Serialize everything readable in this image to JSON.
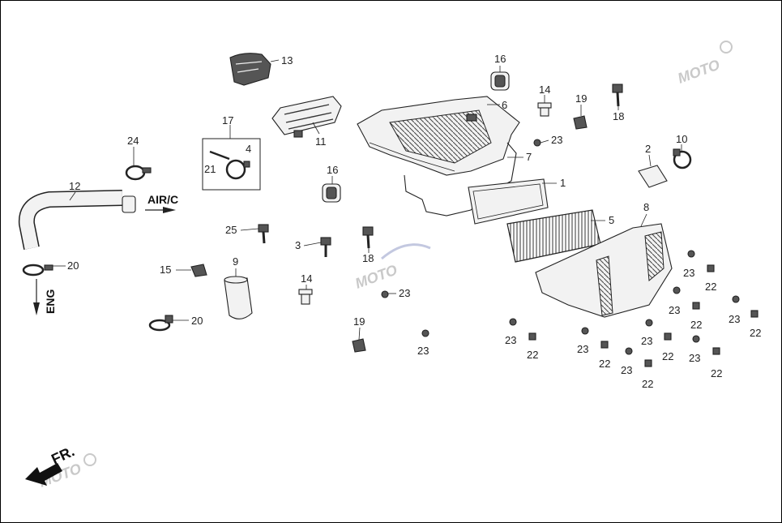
{
  "diagram": {
    "direction_labels": {
      "air_cleaner": "AIR/C",
      "engine": "ENG",
      "front": "FR."
    },
    "watermark": {
      "text": "MOTO"
    },
    "callouts": [
      {
        "id": "c13",
        "text": "13"
      },
      {
        "id": "c16a",
        "text": "16"
      },
      {
        "id": "c6",
        "text": "6"
      },
      {
        "id": "c14a",
        "text": "14"
      },
      {
        "id": "c19a",
        "text": "19"
      },
      {
        "id": "c18a",
        "text": "18"
      },
      {
        "id": "c17",
        "text": "17"
      },
      {
        "id": "c21",
        "text": "21"
      },
      {
        "id": "c4",
        "text": "4"
      },
      {
        "id": "c24",
        "text": "24"
      },
      {
        "id": "c11",
        "text": "11"
      },
      {
        "id": "c23a",
        "text": "23"
      },
      {
        "id": "c7",
        "text": "7"
      },
      {
        "id": "c10",
        "text": "10"
      },
      {
        "id": "c2",
        "text": "2"
      },
      {
        "id": "c16b",
        "text": "16"
      },
      {
        "id": "c12",
        "text": "12"
      },
      {
        "id": "c1",
        "text": "1"
      },
      {
        "id": "c8",
        "text": "8"
      },
      {
        "id": "c25",
        "text": "25"
      },
      {
        "id": "c5",
        "text": "5"
      },
      {
        "id": "c3",
        "text": "3"
      },
      {
        "id": "c18b",
        "text": "18"
      },
      {
        "id": "c20a",
        "text": "20"
      },
      {
        "id": "c15",
        "text": "15"
      },
      {
        "id": "c9",
        "text": "9"
      },
      {
        "id": "c14b",
        "text": "14"
      },
      {
        "id": "c23b",
        "text": "23"
      },
      {
        "id": "c20b",
        "text": "20"
      },
      {
        "id": "c19b",
        "text": "19"
      },
      {
        "id": "c23c",
        "text": "23"
      },
      {
        "id": "c23d",
        "text": "23"
      },
      {
        "id": "c22a",
        "text": "22"
      },
      {
        "id": "c23e",
        "text": "23"
      },
      {
        "id": "c22b",
        "text": "22"
      },
      {
        "id": "c23f",
        "text": "23"
      },
      {
        "id": "c22c",
        "text": "22"
      },
      {
        "id": "c23g",
        "text": "23"
      },
      {
        "id": "c22d",
        "text": "22"
      },
      {
        "id": "c23h",
        "text": "23"
      },
      {
        "id": "c22e",
        "text": "22"
      },
      {
        "id": "c23i",
        "text": "23"
      },
      {
        "id": "c22f",
        "text": "22"
      },
      {
        "id": "c23j",
        "text": "23"
      },
      {
        "id": "c22g",
        "text": "22"
      },
      {
        "id": "c23k",
        "text": "23"
      },
      {
        "id": "c22h",
        "text": "22"
      }
    ]
  }
}
